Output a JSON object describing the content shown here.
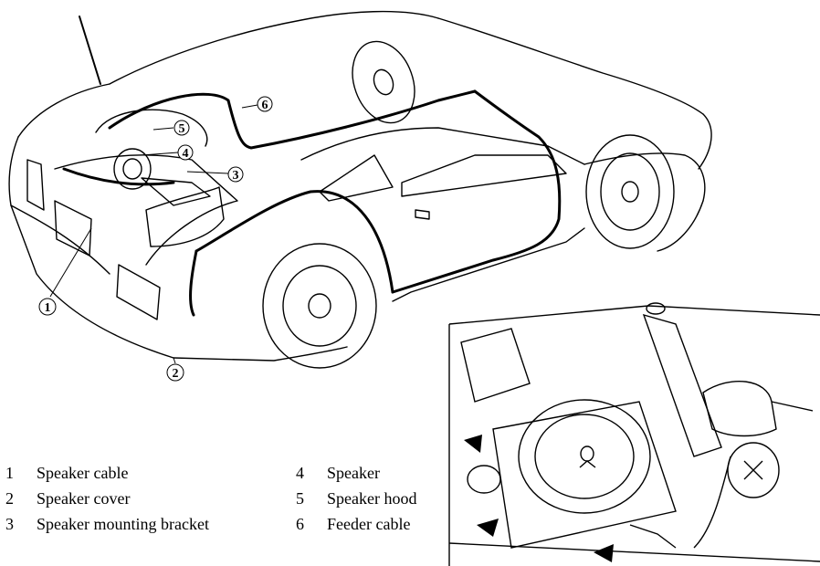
{
  "callouts": [
    "1",
    "2",
    "3",
    "4",
    "5",
    "6"
  ],
  "legend": [
    {
      "number": "1",
      "label": "Speaker cable"
    },
    {
      "number": "2",
      "label": "Speaker cover"
    },
    {
      "number": "3",
      "label": "Speaker mounting bracket"
    },
    {
      "number": "4",
      "label": "Speaker"
    },
    {
      "number": "5",
      "label": "Speaker hood"
    },
    {
      "number": "6",
      "label": "Feeder cable"
    }
  ]
}
